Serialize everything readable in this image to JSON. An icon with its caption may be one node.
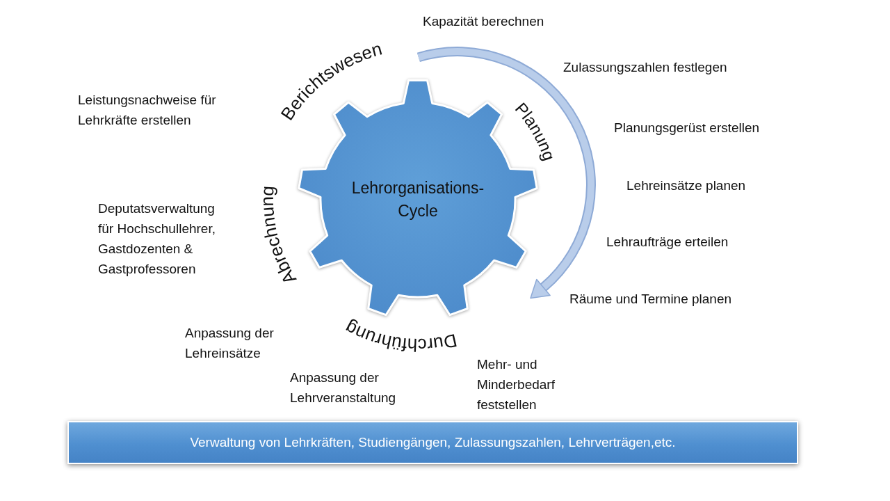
{
  "diagram": {
    "nodes": [
      {
        "text": [
          "Lehrorganisations- Cycle"
        ]
      },
      {
        "text": [
          "Verwaltung von Lehrkräften, Studiengängen, Zulassungszahlen, Lehrverträgen,etc."
        ]
      }
    ],
    "labels": [
      "Kapazität berechnen",
      "Berichtswesen",
      "Zulassungszahlen festlegen",
      "Leistungsnachweise für Lehrkräfte erstellen",
      "Planung",
      "Planungsgerüst erstellen",
      "Lehreinsätze planen",
      "Abrechnung",
      "Deputatsverwaltung für Hochschullehrer, Gastdozenten & Gastprofessoren",
      "Lehraufträge erteilen",
      "Räume und Termine planen",
      "Anpassung der Lehreinsätze",
      "Durchführung",
      "Mehr- und Minderbedarf feststellen",
      "Anpassung der Lehrveranstaltung"
    ]
  }
}
